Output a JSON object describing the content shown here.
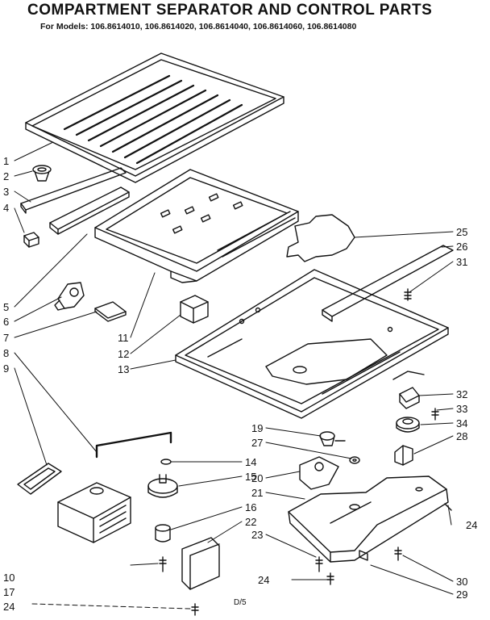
{
  "title": "COMPARTMENT SEPARATOR AND CONTROL PARTS",
  "models": "For Models: 106.8614010, 106.8614020, 106.8614040, 106.8614060, 106.8614080",
  "footer": "D/5",
  "labels": {
    "l1": "1",
    "l2": "2",
    "l3": "3",
    "l4": "4",
    "l5": "5",
    "l6": "6",
    "l7": "7",
    "l8": "8",
    "l9": "9",
    "l10": "10",
    "l11": "11",
    "l12": "12",
    "l13": "13",
    "l14": "14",
    "l15": "15",
    "l16": "16",
    "l17": "17",
    "l19": "19",
    "l20": "20",
    "l21": "21",
    "l22": "22",
    "l23": "23",
    "l24a": "24",
    "l24b": "24",
    "l24c": "24",
    "l25": "25",
    "l26": "26",
    "l27": "27",
    "l28": "28",
    "l29": "29",
    "l30": "30",
    "l31": "31",
    "l32": "32",
    "l33": "33",
    "l34": "34"
  }
}
